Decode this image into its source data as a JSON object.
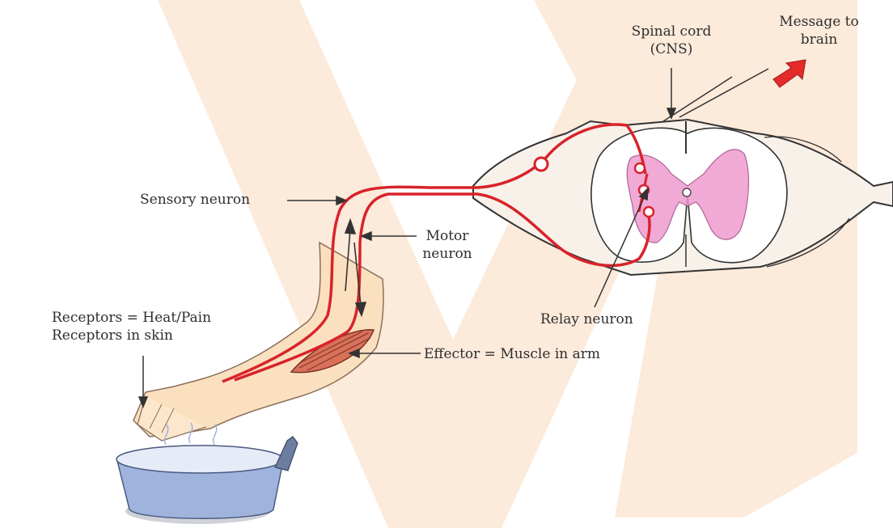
{
  "labels": {
    "spinal_cord_line1": "Spinal cord",
    "spinal_cord_line2": "(CNS)",
    "message_line1": "Message to",
    "message_line2": "brain",
    "sensory_neuron": "Sensory neuron",
    "motor_line1": "Motor",
    "motor_line2": "neuron",
    "relay_neuron": "Relay neuron",
    "receptors_line1": "Receptors = Heat/Pain",
    "receptors_line2": "Receptors in skin",
    "effector": "Effector = Muscle in arm"
  },
  "colors": {
    "watermark": "#fbe3cf",
    "nerve": "#d8232a",
    "grey_matter": "#ef9bcf",
    "skin": "#fbe0c0",
    "pan": "#9fb3dc",
    "arrow": "#e52a2a"
  },
  "icons": {
    "message_arrow": "red-arrow-icon",
    "pan": "cooking-pan-icon"
  }
}
